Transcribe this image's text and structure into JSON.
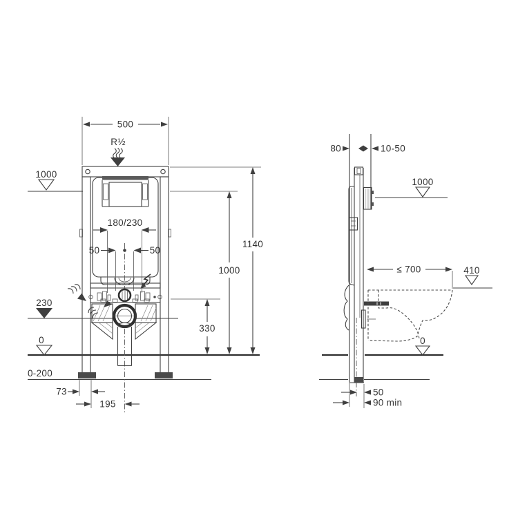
{
  "diagram": {
    "kind": "wc-installation-frame-technical-drawing",
    "views": {
      "front": {
        "frame_width": "500",
        "water_supply": "R½",
        "level_supply": "1000",
        "tank_connection": "180/230",
        "offset_left": "50",
        "offset_right": "50",
        "frame_height": "1140",
        "supply_height": "1000",
        "outlet_height": "330",
        "level_outlet": "230",
        "level_floor": "0",
        "floor_adjust_range": "0-200",
        "foot_offset": "73",
        "outlet_offset": "195"
      },
      "side": {
        "frame_depth": "80",
        "wall_lining": "10-50",
        "level_supply": "1000",
        "bowl_depth": "≤ 700",
        "level_rim": "410",
        "level_floor": "0",
        "outlet_front_distance": "50",
        "outlet_min_distance": "90 min"
      }
    },
    "colors": {
      "line": "#3f3f3f",
      "text": "#333333",
      "background": "#ffffff"
    }
  }
}
